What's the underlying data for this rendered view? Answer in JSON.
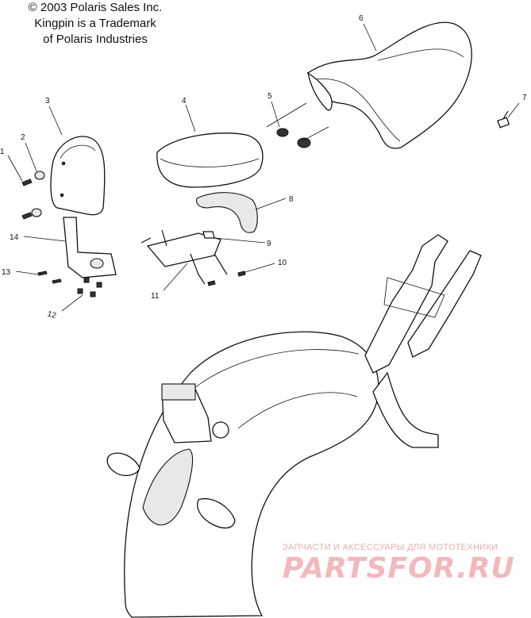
{
  "copyright": {
    "line1": "© 2003 Polaris Sales Inc.",
    "line2": "Kingpin is a Trademark",
    "line3": "of Polaris Industries"
  },
  "callouts": [
    "1",
    "2",
    "3",
    "4",
    "5",
    "6",
    "7",
    "8",
    "9",
    "10",
    "11",
    "12",
    "13",
    "14"
  ],
  "watermark": {
    "tagline": "ЗАПЧАСТИ И АКСЕССУАРЫ ДЛЯ МОТОТЕХНИКИ",
    "logo": "PARTSFOR.RU"
  }
}
